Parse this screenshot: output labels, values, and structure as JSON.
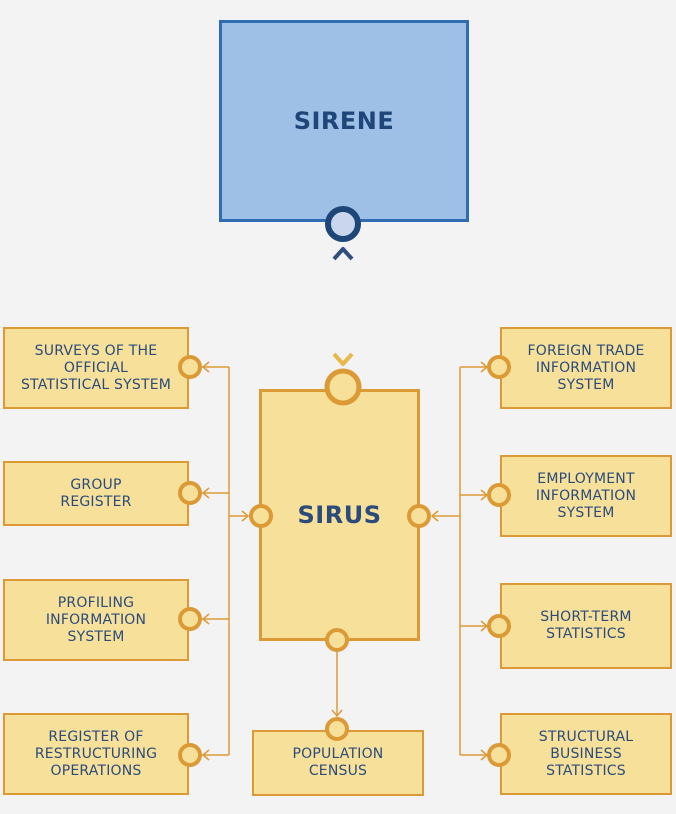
{
  "central": {
    "sirene": "SIRENE",
    "sirus": "SIRUS"
  },
  "left_boxes": [
    "SURVEYS OF THE\nOFFICIAL\nSTATISTICAL SYSTEM",
    "GROUP\nREGISTER",
    "PROFILING\nINFORMATION\nSYSTEM",
    "REGISTER OF\nRESTRUCTURING\nOPERATIONS"
  ],
  "right_boxes": [
    "FOREIGN TRADE\nINFORMATION\nSYSTEM",
    "EMPLOYMENT\nINFORMATION\nSYSTEM",
    "SHORT-TERM\nSTATISTICS",
    "STRUCTURAL\nBUSINESS\nSTATISTICS"
  ],
  "bottom_box": "POPULATION\nCENSUS",
  "colors": {
    "background": "#f3f3f3",
    "sirene_fill": "#9fc0e6",
    "sirene_border": "#2f6cb4",
    "node_fill": "#f7e19a",
    "node_border": "#dc9a37",
    "text": "#2a4b7c",
    "link_dark": "#2f4f7f",
    "link_light": "#e8b84a"
  }
}
